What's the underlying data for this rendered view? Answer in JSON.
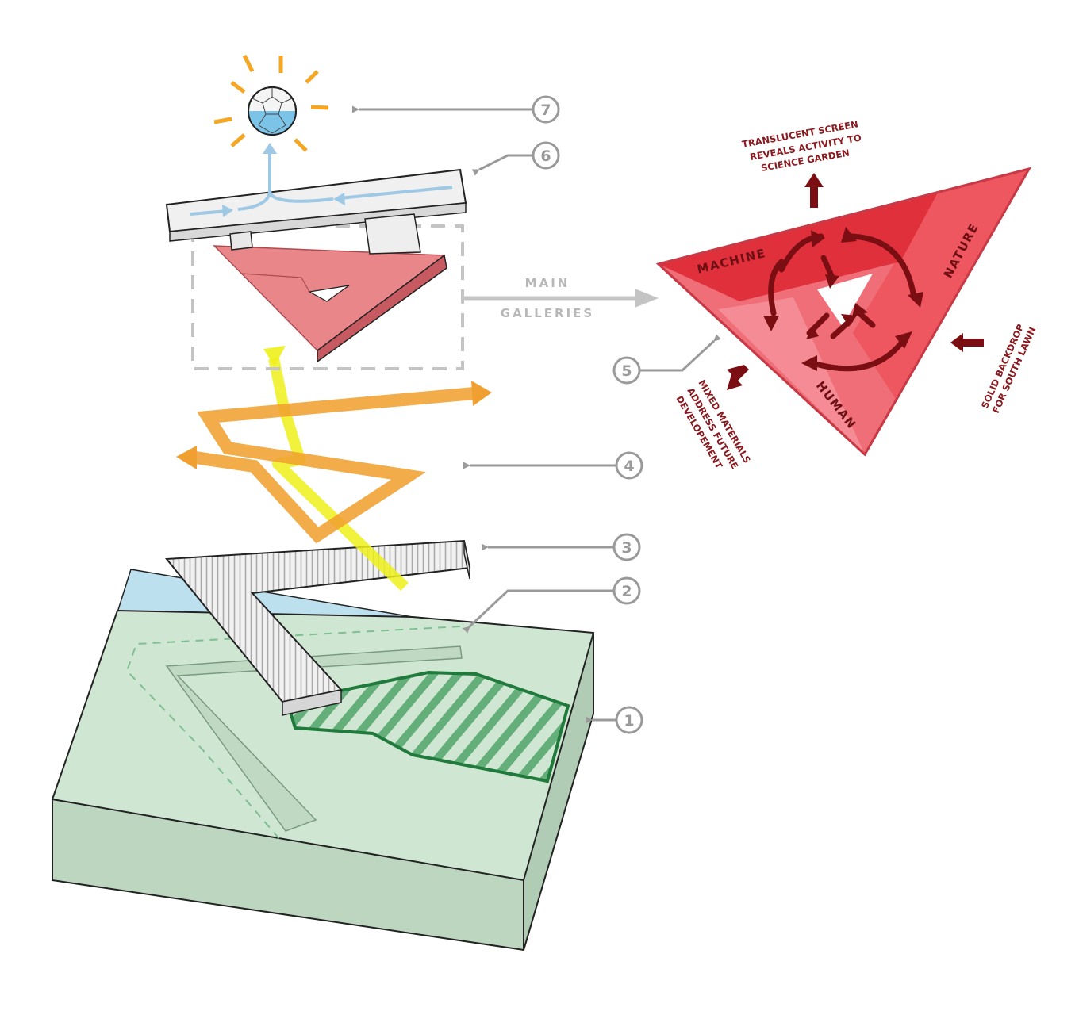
{
  "callouts": [
    "1",
    "2",
    "3",
    "4",
    "5",
    "6",
    "7"
  ],
  "galleries": {
    "line1": "MAIN",
    "line2": "GALLERIES"
  },
  "triangle": {
    "labels": {
      "machine": "MACHINE",
      "nature": "NATURE",
      "human": "HUMAN"
    },
    "notes": {
      "top": [
        "TRANSLUCENT SCREEN",
        "REVEALS ACTIVITY TO",
        "SCIENCE GARDEN"
      ],
      "bottom_left": [
        "MIXED MATERIALS",
        "ADDRESS FUTURE",
        "DEVELOPEMENT"
      ],
      "right": [
        "SOLID BACKDROP",
        "FOR SOUTH LAWN"
      ]
    }
  },
  "colors": {
    "site_green": "#cfe6d2",
    "site_green_dark": "#b9d4bd",
    "water_blue": "#bde0ef",
    "garden_green": "#1f7a3c",
    "path_orange": "#f0a030",
    "path_yellow": "#eef01a",
    "gallery_pink": "#e8868a",
    "triangle_red": "#e0303c",
    "triangle_pink": "#f08a90",
    "arrow_dark": "#7a0e12",
    "callout_gray": "#9a9a9a",
    "sun_orange": "#f5a623"
  }
}
